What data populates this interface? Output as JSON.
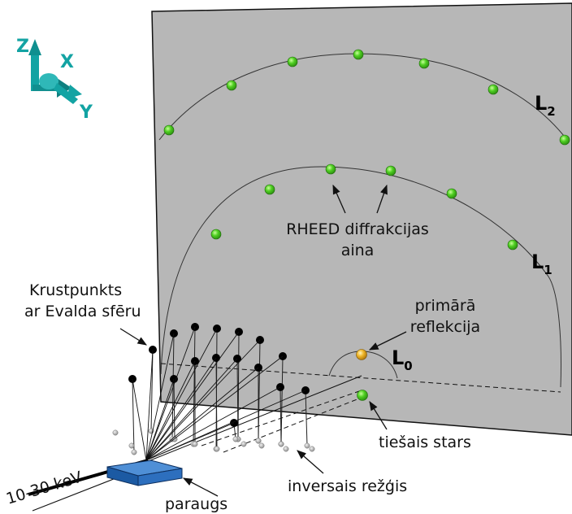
{
  "axes": {
    "z": "Z",
    "x": "X",
    "y": "Y"
  },
  "levels": {
    "l2": {
      "letter": "L",
      "sub": "2"
    },
    "l1": {
      "letter": "L",
      "sub": "1"
    },
    "l0": {
      "letter": "L",
      "sub": "0"
    }
  },
  "labels": {
    "rheed_line1": "RHEED diffrakcijas",
    "rheed_line2": "aina",
    "primary_line1": "primārā",
    "primary_line2": "reflekcija",
    "krust_line1": "Krustpunkts",
    "krust_line2": "ar Evalda sfēru",
    "direct": "tiešais stars",
    "inverse": "inversais režģis",
    "sample": "paraugs",
    "energy": "10-30 keV"
  },
  "colors": {
    "screen": "#b7b7b7",
    "spot_green": "#3dbb1a",
    "spot_yellow": "#e0a818",
    "axis": "#13a3a3",
    "sample": "#1f5fa6"
  }
}
